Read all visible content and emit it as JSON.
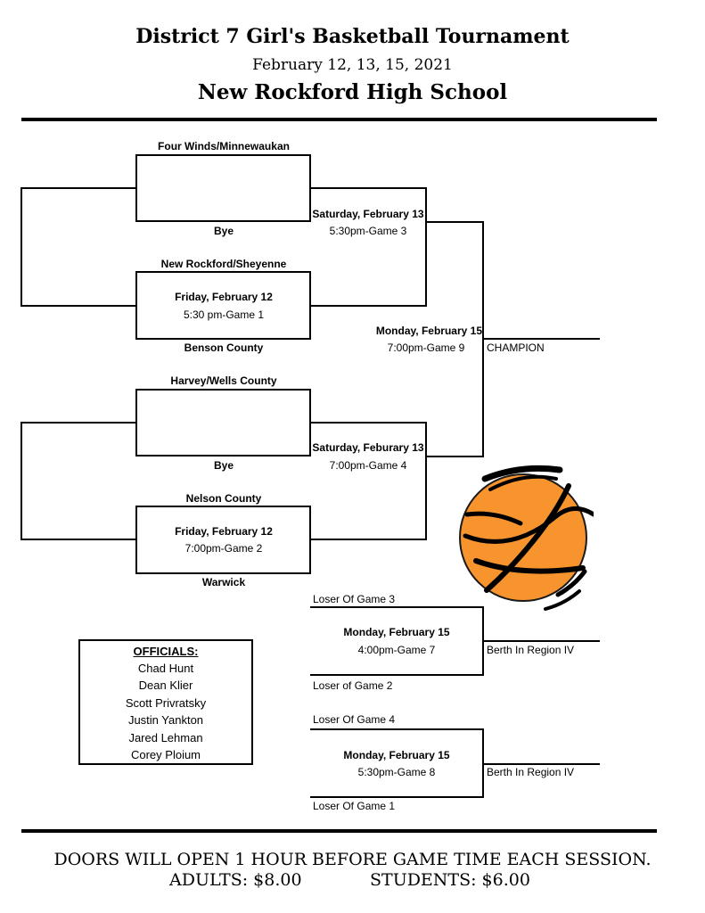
{
  "header": {
    "title": "District 7 Girl's Basketball Tournament",
    "dates": "February 12, 13, 15, 2021",
    "venue": "New Rockford High School"
  },
  "bracket": {
    "teams": {
      "four_winds": "Four Winds/Minnewaukan",
      "bye_top": "Bye",
      "new_rockford": "New Rockford/Sheyenne",
      "benson": "Benson County",
      "harvey": "Harvey/Wells County",
      "bye_bottom": "Bye",
      "nelson": "Nelson County",
      "warwick": "Warwick"
    },
    "game1": {
      "day": "Friday, February 12",
      "time": "5:30 pm-Game 1"
    },
    "game2": {
      "day": "Friday, February 12",
      "time": "7:00pm-Game 2"
    },
    "game3": {
      "day": "Saturday, February 13",
      "time": "5:30pm-Game 3"
    },
    "game4": {
      "day": "Saturday, Feburary 13",
      "time": "7:00pm-Game 4"
    },
    "game9": {
      "day": "Monday, February 15",
      "time": "7:00pm-Game 9"
    },
    "champion": "CHAMPION",
    "game7": {
      "top": "Loser Of Game 3",
      "day": "Monday, February 15",
      "time": "4:00pm-Game 7",
      "bottom": "Loser of Game 2",
      "result": "Berth In Region IV"
    },
    "game8": {
      "top": "Loser Of Game 4",
      "day": "Monday, February 15",
      "time": "5:30pm-Game 8",
      "bottom": "Loser Of Game 1",
      "result": "Berth In Region IV"
    }
  },
  "officials": {
    "heading": "OFFICIALS:",
    "names": [
      "Chad Hunt",
      "Dean Klier",
      "Scott Privratsky",
      "Justin Yankton",
      "Jared Lehman",
      "Corey Ploium"
    ]
  },
  "footer": {
    "doors": "DOORS WILL OPEN 1 HOUR BEFORE GAME TIME EACH SESSION.",
    "adults": "ADULTS: $8.00",
    "students": "STUDENTS: $6.00"
  },
  "colors": {
    "ball": "#f7942d",
    "ink": "#000000"
  },
  "icons": {
    "ball": "basketball-icon"
  }
}
